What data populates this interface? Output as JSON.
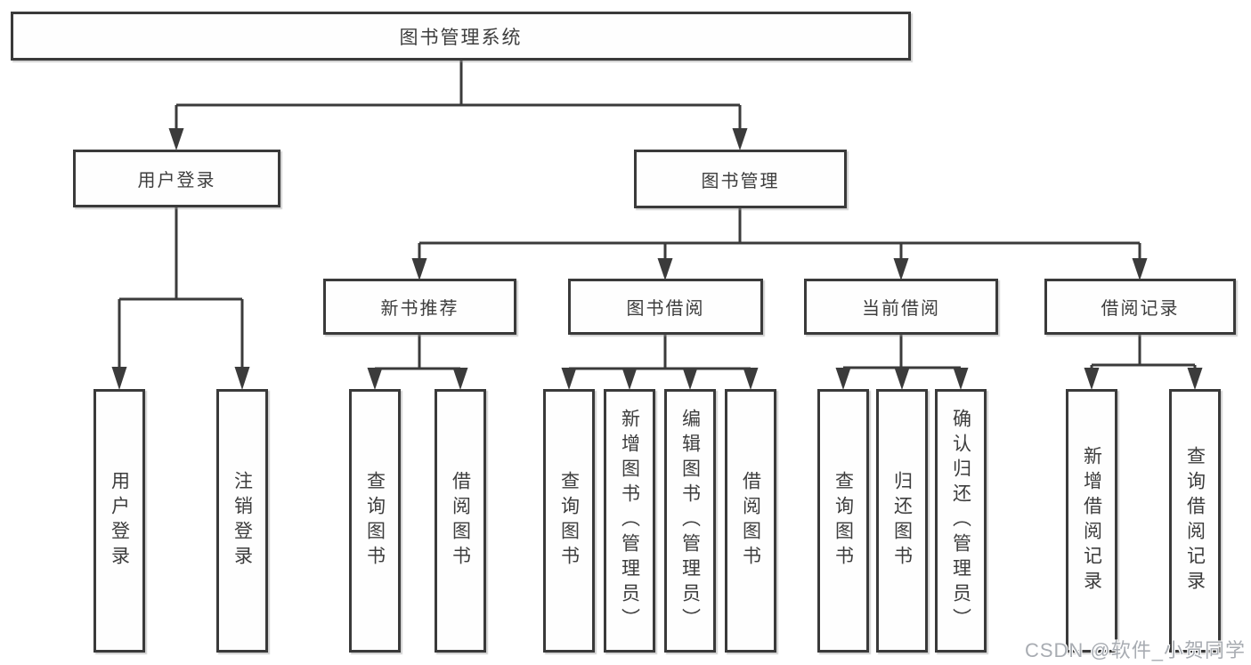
{
  "diagram": {
    "type": "hierarchy-flowchart",
    "colors": {
      "line": "#3b3b3b",
      "box_border": "#3a3a3a",
      "text": "#3d3d3d",
      "background": "#ffffff",
      "watermark": "#a8acb2"
    },
    "tree": {
      "label": "图书管理系统",
      "children": [
        {
          "label": "用户登录",
          "children": [
            {
              "label": "用户登录"
            },
            {
              "label": "注销登录"
            }
          ]
        },
        {
          "label": "图书管理",
          "children": [
            {
              "label": "新书推荐",
              "children": [
                {
                  "label": "查询图书"
                },
                {
                  "label": "借阅图书"
                }
              ]
            },
            {
              "label": "图书借阅",
              "children": [
                {
                  "label": "查询图书"
                },
                {
                  "label": "新增图书（管理员）"
                },
                {
                  "label": "编辑图书（管理员）"
                },
                {
                  "label": "借阅图书"
                }
              ]
            },
            {
              "label": "当前借阅",
              "children": [
                {
                  "label": "查询图书"
                },
                {
                  "label": "归还图书"
                },
                {
                  "label": "确认归还（管理员）"
                }
              ]
            },
            {
              "label": "借阅记录",
              "children": [
                {
                  "label": "新增借阅记录"
                },
                {
                  "label": "查询借阅记录"
                }
              ]
            }
          ]
        }
      ]
    },
    "watermark": {
      "text": "CSDN @软件_小贺同学"
    }
  }
}
